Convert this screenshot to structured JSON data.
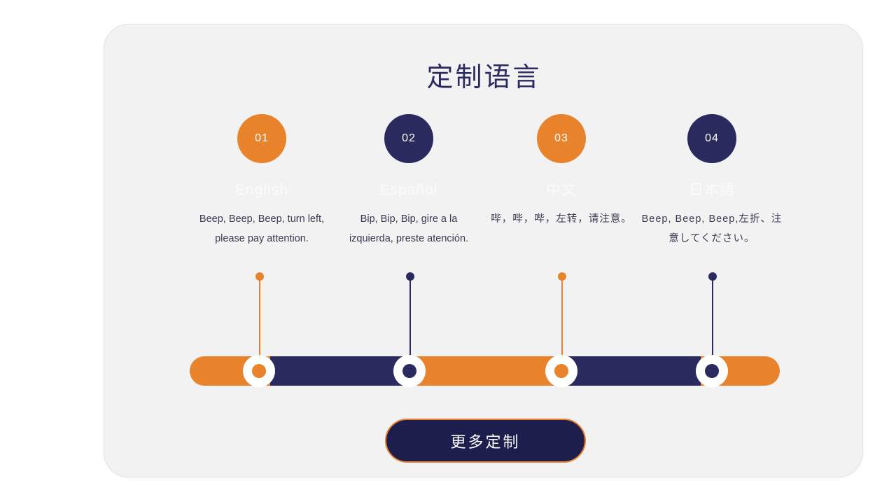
{
  "slide": {
    "title": "定制语言",
    "colors": {
      "orange": "#e8832c",
      "navy": "#2a2a5e",
      "card_background": "#f2f2f2",
      "page_background": "#ffffff",
      "body_text": "#3a3a52",
      "faded_heading": "#fbfbfb"
    }
  },
  "items": [
    {
      "number": "01",
      "heading": "English",
      "body": "Beep, Beep, Beep, turn left, please pay attention.",
      "accent": "orange"
    },
    {
      "number": "02",
      "heading": "Español",
      "body": "Bip, Bip, Bip, gire a la izquierda, preste atención.",
      "accent": "navy"
    },
    {
      "number": "03",
      "heading": "中文",
      "body": "哔，哔，哔，左转，请注意。",
      "accent": "orange"
    },
    {
      "number": "04",
      "heading": "日本語",
      "body": "Beep, Beep, Beep,左折、注意してください。",
      "accent": "navy"
    }
  ],
  "progress_bar": {
    "segments": [
      {
        "accent": "orange",
        "flex": 122
      },
      {
        "accent": "navy",
        "flex": 218
      },
      {
        "accent": "orange",
        "flex": 217
      },
      {
        "accent": "navy",
        "flex": 215
      },
      {
        "accent": "orange",
        "flex": 120
      }
    ]
  },
  "cta": {
    "label": "更多定制"
  }
}
